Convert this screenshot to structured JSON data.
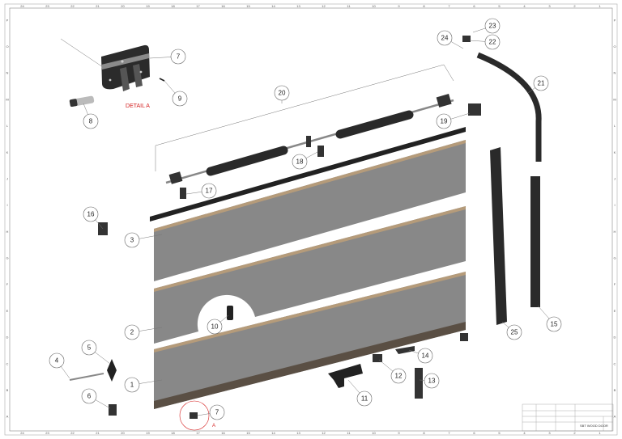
{
  "drawing": {
    "title": "SBT WOOD DOOR",
    "detail_label": "DETAIL A",
    "detail_marker": "A",
    "accent_color": "#d42020",
    "zones_horizontal": [
      "24",
      "23",
      "22",
      "21",
      "20",
      "19",
      "18",
      "17",
      "16",
      "15",
      "14",
      "13",
      "12",
      "11",
      "10",
      "9",
      "8",
      "7",
      "6",
      "5",
      "4",
      "3",
      "2",
      "1"
    ],
    "zones_vertical": [
      "A",
      "B",
      "C",
      "D",
      "E",
      "F",
      "G",
      "H",
      "I",
      "J",
      "K",
      "L",
      "M",
      "N",
      "O",
      "P"
    ]
  },
  "balloons": [
    "7",
    "9",
    "8",
    "20",
    "19",
    "18",
    "17",
    "16",
    "3",
    "2",
    "10",
    "5",
    "4",
    "1",
    "6",
    "7",
    "11",
    "12",
    "13",
    "14",
    "15",
    "25",
    "21",
    "22",
    "23",
    "24"
  ]
}
